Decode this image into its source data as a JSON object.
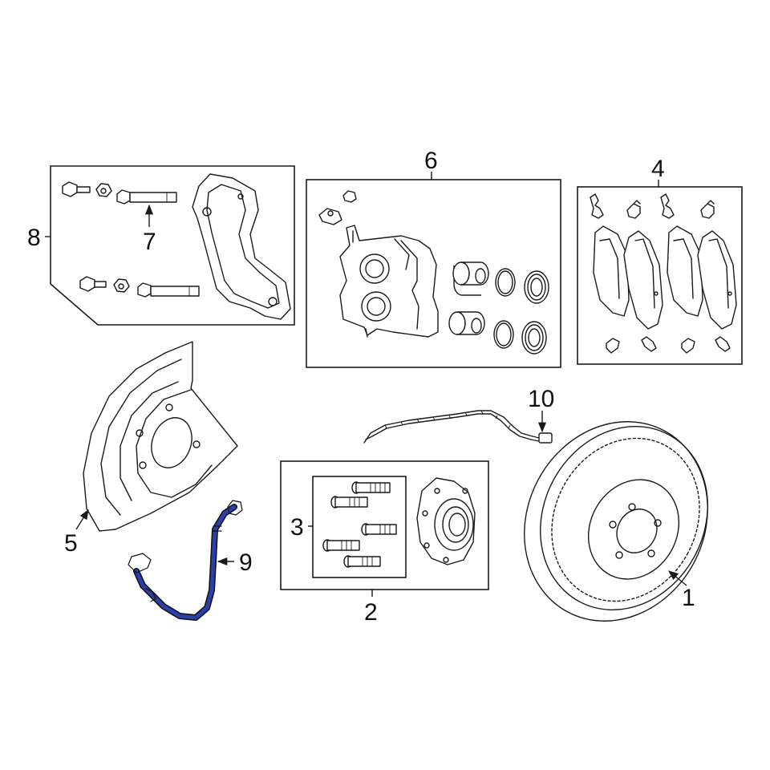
{
  "callouts": {
    "c1": "1",
    "c2": "2",
    "c3": "3",
    "c4": "4",
    "c5": "5",
    "c6": "6",
    "c7": "7",
    "c8": "8",
    "c9": "9",
    "c10": "10"
  },
  "colors": {
    "line": "#1a1a1a",
    "highlight": "#2a3fa8",
    "background": "#ffffff"
  }
}
